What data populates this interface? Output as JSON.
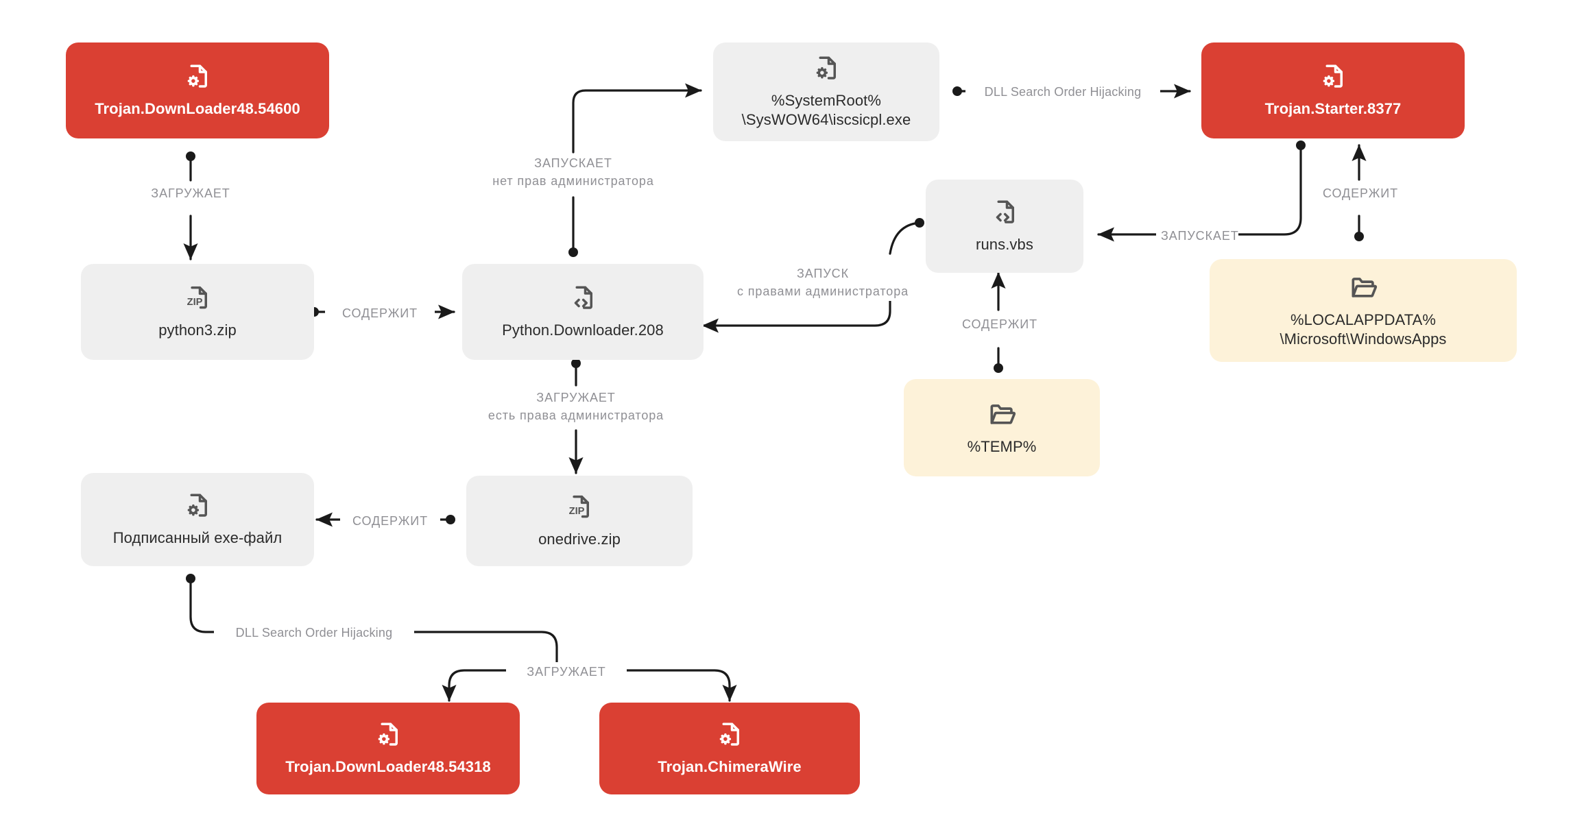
{
  "diagram": {
    "title": "Malware infection chain",
    "colors": {
      "malware": "#da4033",
      "file": "#efefef",
      "folder": "#fdf2d9",
      "edge": "#1a1a1a",
      "edge_label": "#8f8f94",
      "background": "#ffffff"
    },
    "nodes": [
      {
        "id": "trojan54600",
        "label": "Trojan.DownLoader48.54600",
        "icon": "file-gear-icon",
        "kind": "malware"
      },
      {
        "id": "python3zip",
        "label": "python3.zip",
        "icon": "file-zip-icon",
        "kind": "file"
      },
      {
        "id": "pydownloader",
        "label": "Python.Downloader.208",
        "icon": "file-code-icon",
        "kind": "file"
      },
      {
        "id": "iscsicpl",
        "label": "%SystemRoot%\n\\SysWOW64\\iscsicpl.exe",
        "icon": "file-gear-icon",
        "kind": "file"
      },
      {
        "id": "starter8377",
        "label": "Trojan.Starter.8377",
        "icon": "file-gear-icon",
        "kind": "malware"
      },
      {
        "id": "runsvbs",
        "label": "runs.vbs",
        "icon": "file-code-icon",
        "kind": "file"
      },
      {
        "id": "localappdata",
        "label": "%LOCALAPPDATA%\n\\Microsoft\\WindowsApps",
        "icon": "folder-open-icon",
        "kind": "folder"
      },
      {
        "id": "temp",
        "label": "%TEMP%",
        "icon": "folder-open-icon",
        "kind": "folder"
      },
      {
        "id": "signedexe",
        "label": "Подписанный exe-файл",
        "icon": "file-gear-icon",
        "kind": "file"
      },
      {
        "id": "onedrivezip",
        "label": "onedrive.zip",
        "icon": "file-zip-icon",
        "kind": "file"
      },
      {
        "id": "trojan54318",
        "label": "Trojan.DownLoader48.54318",
        "icon": "file-gear-icon",
        "kind": "malware"
      },
      {
        "id": "chimerawire",
        "label": "Trojan.ChimeraWire",
        "icon": "file-gear-icon",
        "kind": "malware"
      }
    ],
    "edges": [
      {
        "id": "e1",
        "from": "trojan54600",
        "to": "python3zip",
        "label": "ЗАГРУЖАЕТ"
      },
      {
        "id": "e2",
        "from": "python3zip",
        "to": "pydownloader",
        "label": "СОДЕРЖИТ"
      },
      {
        "id": "e3",
        "from": "pydownloader",
        "to": "iscsicpl",
        "label": "ЗАПУСКАЕТ\nнет прав администратора"
      },
      {
        "id": "e4",
        "from": "iscsicpl",
        "to": "starter8377",
        "label": "DLL Search Order Hijacking"
      },
      {
        "id": "e5",
        "from": "starter8377",
        "to": "runsvbs",
        "label": "ЗАПУСКАЕТ"
      },
      {
        "id": "e6",
        "from": "localappdata",
        "to": "starter8377",
        "label": "СОДЕРЖИТ"
      },
      {
        "id": "e7",
        "from": "temp",
        "to": "runsvbs",
        "label": "СОДЕРЖИТ"
      },
      {
        "id": "e8",
        "from": "runsvbs",
        "to": "pydownloader",
        "label": "ЗАПУСК\nс правами администратора"
      },
      {
        "id": "e9",
        "from": "pydownloader",
        "to": "onedrivezip",
        "label": "ЗАГРУЖАЕТ\nесть права администратора"
      },
      {
        "id": "e10",
        "from": "onedrivezip",
        "to": "signedexe",
        "label": "СОДЕРЖИТ"
      },
      {
        "id": "e11",
        "from": "signedexe",
        "to": "fork",
        "label": "DLL Search Order Hijacking"
      },
      {
        "id": "e12",
        "from": "fork",
        "to": "trojan54318",
        "label": "ЗАГРУЖАЕТ"
      },
      {
        "id": "e13",
        "from": "fork",
        "to": "chimerawire",
        "label": ""
      }
    ]
  }
}
